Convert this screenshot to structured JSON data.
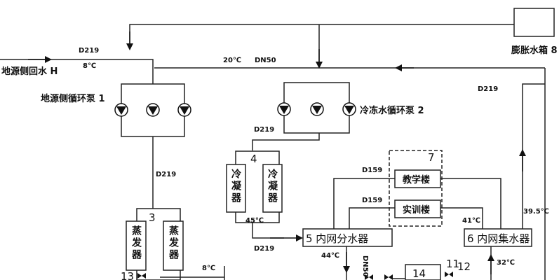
{
  "labels": {
    "ground_return": "地源侧回水 H",
    "expansion_tank": "膨胀水箱 8",
    "ground_pump": "地源侧循环泵 1",
    "chilled_pump": "冷冻水循环泵 2",
    "teaching_building": "教学楼",
    "training_building": "实训楼",
    "num_3": "3",
    "num_4": "4",
    "num_7": "7",
    "num_11": "11",
    "num_12": "12",
    "num_13": "13",
    "num_14": "14",
    "distributor": "5 内网分水器",
    "collector": "6 内网集水器",
    "evaporator_a": "蒸发器",
    "evaporator_b": "蒸发器",
    "condenser_a": "冷凝器",
    "condenser_b": "冷凝器"
  },
  "annotations": {
    "d219_top": "D219",
    "t8_top": "8℃",
    "t20": "20℃",
    "dn50_top": "DN50",
    "d219_right": "D219",
    "d219_cond": "D219",
    "d219_evap": "D219",
    "d159_a": "D159",
    "d159_b": "D159",
    "t39_5": "39.5℃",
    "t41": "41℃",
    "t45": "45℃",
    "d219_dist": "D219",
    "t44": "44℃",
    "dn50_vert": "DN50",
    "t32": "32℃",
    "t8_bottom": "8℃"
  }
}
